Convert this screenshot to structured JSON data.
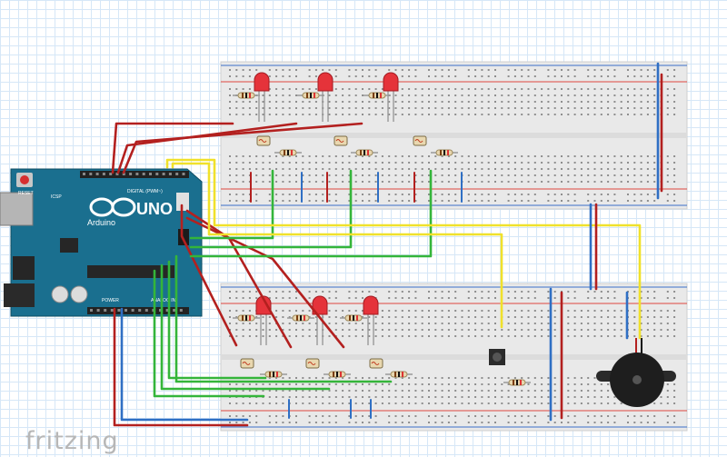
{
  "app": {
    "logo_text": "fritzing"
  },
  "arduino": {
    "model_text": "UNO",
    "brand_text": "Arduino",
    "reset_label": "RESET",
    "icsp_label": "ICSP",
    "digital_label": "DIGITAL (PWM~)",
    "analog_label": "ANALOG IN",
    "power_label": "POWER",
    "board_color": "#1a6f8f"
  },
  "breadboards": [
    {
      "id": "top",
      "leds": 3,
      "photoresistors": 3,
      "resistors": 6
    },
    {
      "id": "bottom",
      "leds": 3,
      "photoresistors": 3,
      "resistors": 7,
      "pushbutton": true,
      "piezo_buzzer": true
    }
  ],
  "wire_colors": {
    "red": "#b3201f",
    "blue": "#2f6fc4",
    "green": "#34b53a",
    "yellow": "#f0e12b"
  },
  "component_colors": {
    "led": "#e5333a",
    "breadboard": "#e9e9e9",
    "rail_red": "#e0463f",
    "rail_blue": "#3a70c9",
    "hole": "#8e8e8e",
    "hole_green": "#39b54a",
    "resistor_body": "#e8d6ae",
    "buzzer": "#1e1e1e"
  }
}
